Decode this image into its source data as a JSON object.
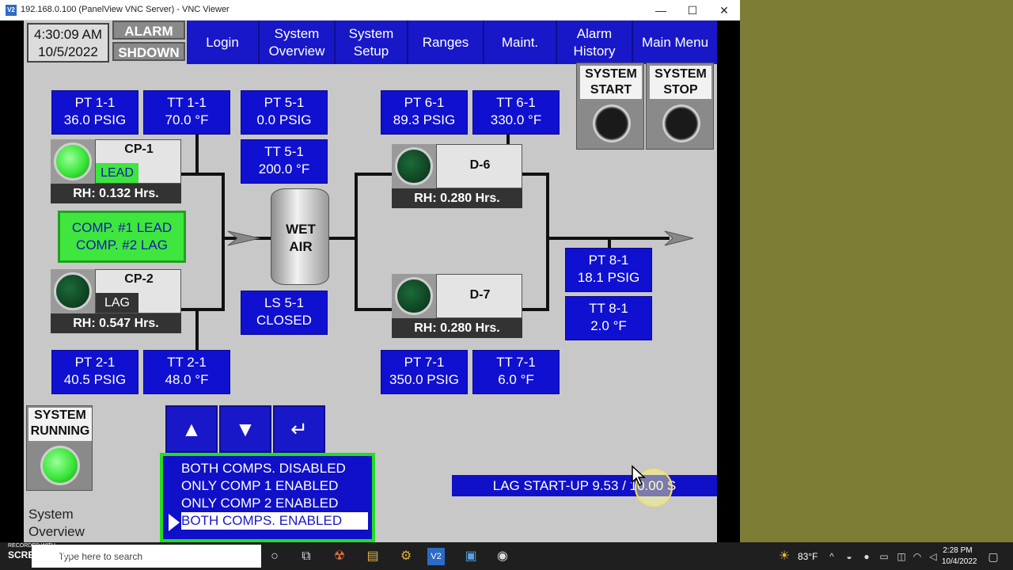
{
  "window": {
    "title": "192.168.0.100 (PanelView VNC Server) - VNC Viewer",
    "icon_label": "V2"
  },
  "header": {
    "time": "4:30:09 AM",
    "date": "10/5/2022",
    "alarm_label": "ALARM",
    "shutdown_label": "SHDOWN"
  },
  "nav": [
    {
      "label": "Login"
    },
    {
      "label": "System Overview"
    },
    {
      "label": "System Setup"
    },
    {
      "label": "Ranges"
    },
    {
      "label": "Maint."
    },
    {
      "label": "Alarm History"
    },
    {
      "label": "Main Menu"
    }
  ],
  "tags": {
    "pt1": {
      "name": "PT 1-1",
      "value": "36.0 PSIG"
    },
    "tt1": {
      "name": "TT 1-1",
      "value": "70.0 °F"
    },
    "pt5": {
      "name": "PT 5-1",
      "value": "0.0 PSIG"
    },
    "tt5": {
      "name": "TT 5-1",
      "value": "200.0 °F"
    },
    "pt6": {
      "name": "PT 6-1",
      "value": "89.3 PSIG"
    },
    "tt6": {
      "name": "TT 6-1",
      "value": "330.0 °F"
    },
    "pt2": {
      "name": "PT 2-1",
      "value": "40.5 PSIG"
    },
    "tt2": {
      "name": "TT 2-1",
      "value": "48.0 °F"
    },
    "ls5": {
      "name": "LS 5-1",
      "value": "CLOSED"
    },
    "pt7": {
      "name": "PT 7-1",
      "value": "350.0 PSIG"
    },
    "tt7": {
      "name": "TT 7-1",
      "value": "6.0 °F"
    },
    "pt8": {
      "name": "PT 8-1",
      "value": "18.1 PSIG"
    },
    "tt8": {
      "name": "TT 8-1",
      "value": "2.0 °F"
    }
  },
  "compressors": {
    "cp1": {
      "name": "CP-1",
      "status": "LEAD",
      "runtime": "RH: 0.132 Hrs."
    },
    "cp2": {
      "name": "CP-2",
      "status": "LAG",
      "runtime": "RH: 0.547 Hrs."
    }
  },
  "dryers": {
    "d6": {
      "name": "D-6",
      "runtime": "RH: 0.280 Hrs."
    },
    "d7": {
      "name": "D-7",
      "runtime": "RH: 0.280 Hrs."
    }
  },
  "lead_lag": {
    "line1": "COMP. #1 LEAD",
    "line2": "COMP. #2 LAG"
  },
  "tank": {
    "line1": "WET",
    "line2": "AIR"
  },
  "controls": {
    "start": {
      "line1": "SYSTEM",
      "line2": "START"
    },
    "stop": {
      "line1": "SYSTEM",
      "line2": "STOP"
    },
    "running": {
      "line1": "SYSTEM",
      "line2": "RUNNING"
    }
  },
  "screen_label": {
    "line1": "System",
    "line2": "Overview"
  },
  "keys": {
    "up": "▲",
    "down": "▼",
    "enter": "↵"
  },
  "mode_list": {
    "items": [
      "BOTH COMPS. DISABLED",
      "ONLY COMP 1 ENABLED",
      "ONLY COMP 2 ENABLED",
      "BOTH COMPS. ENABLED"
    ],
    "selected_index": 3
  },
  "lag_startup": "LAG START-UP 9.53 / 10.00 S",
  "taskbar": {
    "recorded": "RECORDED WITH",
    "screencast": "SCREENCAST",
    "search_placeholder": "Type here to search",
    "temperature": "83°F",
    "time": "2:28 PM",
    "date": "10/4/2022"
  },
  "colors": {
    "hmi_background": "#c8c8c8",
    "tag_blue": "#1010d0",
    "lead_green": "#3ee63e",
    "desktop": "#7d7d35"
  }
}
